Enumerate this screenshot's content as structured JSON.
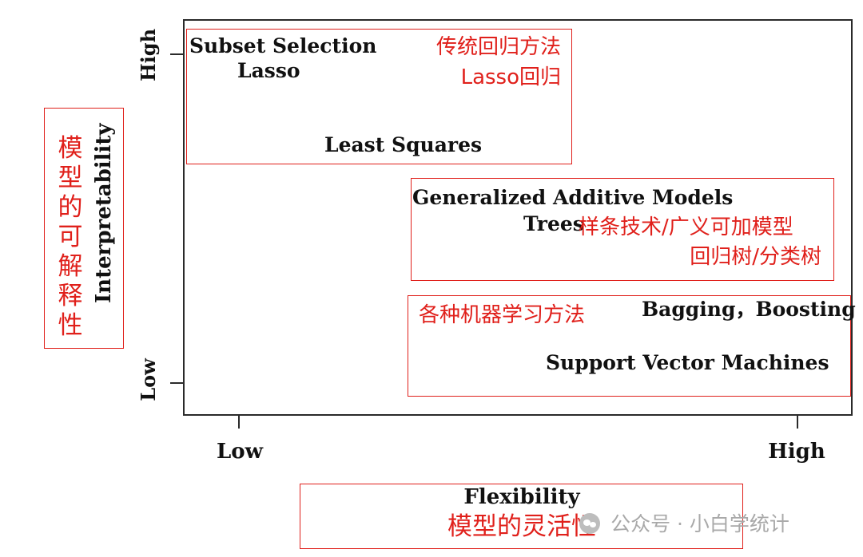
{
  "axes": {
    "y_label": "Interpretability",
    "y_label_cn": "模型的可解释性",
    "y_high": "High",
    "y_low": "Low",
    "x_label": "Flexibility",
    "x_label_cn": "模型的灵活性",
    "x_low": "Low",
    "x_high": "High"
  },
  "methods": {
    "subset_selection": "Subset Selection",
    "lasso": "Lasso",
    "least_squares": "Least Squares",
    "gam": "Generalized Additive Models",
    "trees": "Trees",
    "bagging_boosting": "Bagging，Boosting",
    "svm": "Support Vector Machines"
  },
  "annotations": {
    "traditional": "传统回归方法",
    "lasso_cn": "Lasso回归",
    "spline": "样条技术/广义可加模型",
    "tree_cn": "回归树/分类树",
    "ml": "各种机器学习方法"
  },
  "watermark": {
    "text": "公众号 · 小白学统计"
  },
  "colors": {
    "annotation": "#e0201b",
    "axis": "#2a2a2a",
    "watermark": "#a9a9a9"
  }
}
